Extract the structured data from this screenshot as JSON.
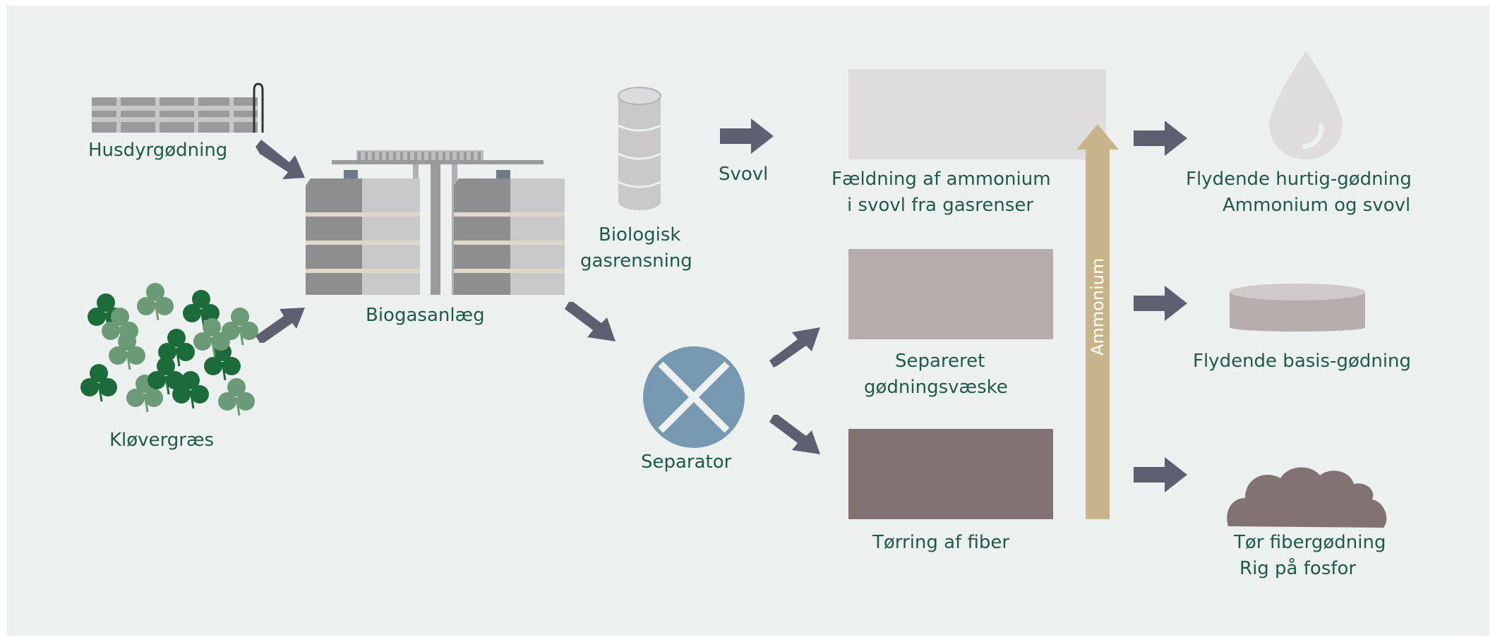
{
  "labels": {
    "husdyrgodning": "Husdyrgødning",
    "klovergraes": "Kløvergræs",
    "biogasanlaeg": "Biogasanlæg",
    "biologisk_l1": "Biologisk",
    "biologisk_l2": "gasrensning",
    "svovl": "Svovl",
    "separator": "Separator",
    "faeldning_l1": "Fældning af ammonium",
    "faeldning_l2": "i svovl fra gasrenser",
    "separeret_l1": "Separeret",
    "separeret_l2": "gødningsvæske",
    "torring": "Tørring af fiber",
    "ammonium": "Ammonium",
    "flydende_hurtig_l1": "Flydende hurtig-gødning",
    "flydende_hurtig_l2": "Ammonium og svovl",
    "flydende_basis": "Flydende basis-gødning",
    "tor_fiber_l1": "Tør fibergødning",
    "tor_fiber_l2": "Rig på fosfor"
  },
  "colors": {
    "background": "#ecf0ee",
    "text": "#1f5a4a",
    "arrow": "#5d6070",
    "box_top": "#dedcdc",
    "box_middle": "#b6acab",
    "box_bottom": "#827272",
    "ammonium_arrow": "#c8b48a",
    "separator": "#7698b0",
    "clover_dark": "#1c6b3a",
    "clover_light": "#6a9a78"
  }
}
